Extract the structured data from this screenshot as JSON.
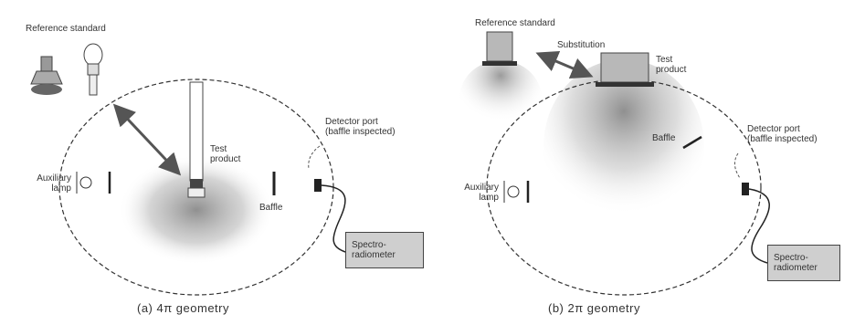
{
  "panel_a": {
    "caption": "(a) 4π geometry",
    "reference_standard": "Reference standard",
    "test_product": "Test product",
    "detector_port": "Detector port (baffle inspected)",
    "auxiliary_lamp": "Auxiliary lamp",
    "baffle": "Baffle",
    "spectro": "Spectro-radiometer"
  },
  "panel_b": {
    "caption": "(b) 2π geometry",
    "reference_standard": "Reference standard",
    "substitution": "Substitution",
    "test_product": "Test product",
    "baffle": "Baffle",
    "detector_port": "Detector port (baffle inspected)",
    "auxiliary_lamp": "Auxiliary lamp",
    "spectro": "Spectro-radiometer"
  },
  "colors": {
    "line": "#333333",
    "box_fill": "#cfcfcf",
    "glow": "#8a8a8a"
  }
}
